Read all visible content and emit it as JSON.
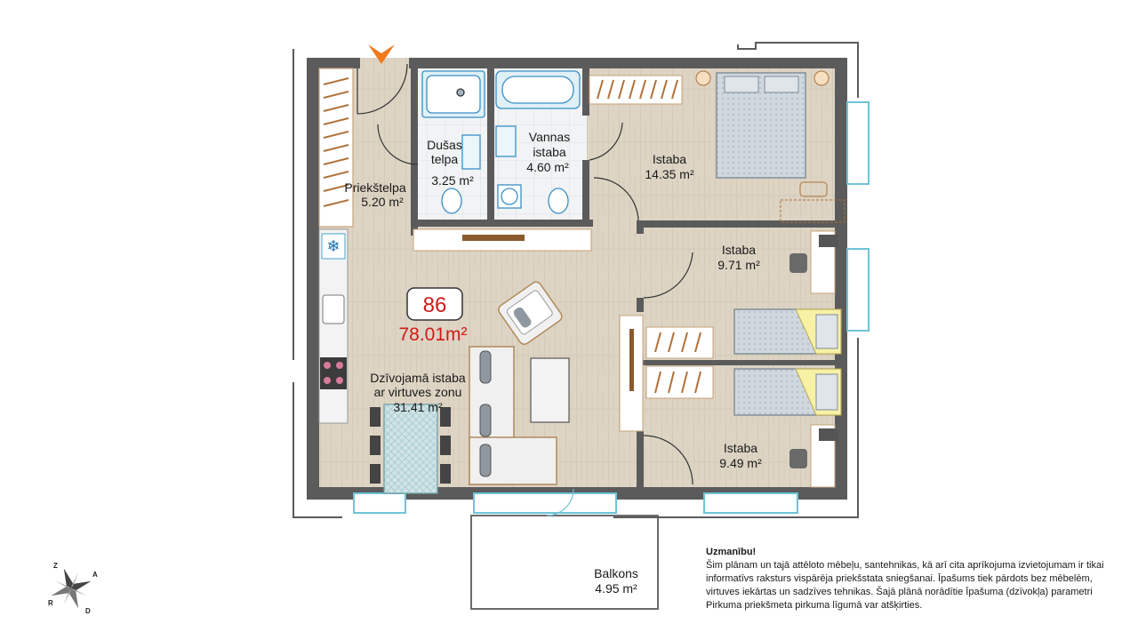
{
  "entrance_marker": "entrance-arrow-icon",
  "apartment": {
    "number": "86",
    "total_area": "78.01m²"
  },
  "rooms": [
    {
      "name": "Priekštelpa",
      "area": "5.20 m²"
    },
    {
      "name": "Dušas telpa",
      "area": "3.25 m²"
    },
    {
      "name": "Vannas istaba",
      "area": "4.60 m²"
    },
    {
      "name": "Istaba",
      "area": "14.35 m²"
    },
    {
      "name": "Istaba",
      "area": "9.71 m²"
    },
    {
      "name": "Istaba",
      "area": "9.49 m²"
    },
    {
      "name": "Dzīvojamā istaba ar virtuves zonu",
      "area": "31.41 m²"
    },
    {
      "name": "Balkons",
      "area": "4.95 m²"
    }
  ],
  "compass": {
    "icon": "compass-rose-icon",
    "letters": [
      "Z",
      "A",
      "D",
      "R"
    ]
  },
  "notice": {
    "title": "Uzmanību!",
    "body": "Šim plānam un tajā attēloto mēbeļu, santehnikas, kā arī cita aprīkojuma izvietojumam ir tikai informatīvs raksturs vispārēja priekšstata sniegšanai. Īpašums tiek pārdots bez mēbelēm, virtuves iekārtas un sadzīves tehnikas. Šajā plānā norādītie Īpašuma (dzīvokļa) parametri Pirkuma priekšmeta pirkuma līgumā var atšķirties."
  },
  "colors": {
    "wood_floor": "#dcd3c3",
    "tile_floor": "#eceff1",
    "wall": "#5b5b5b",
    "accent_red": "#d11a1a",
    "entrance_orange": "#f07a1c",
    "window_cyan": "#6fc4d6"
  }
}
